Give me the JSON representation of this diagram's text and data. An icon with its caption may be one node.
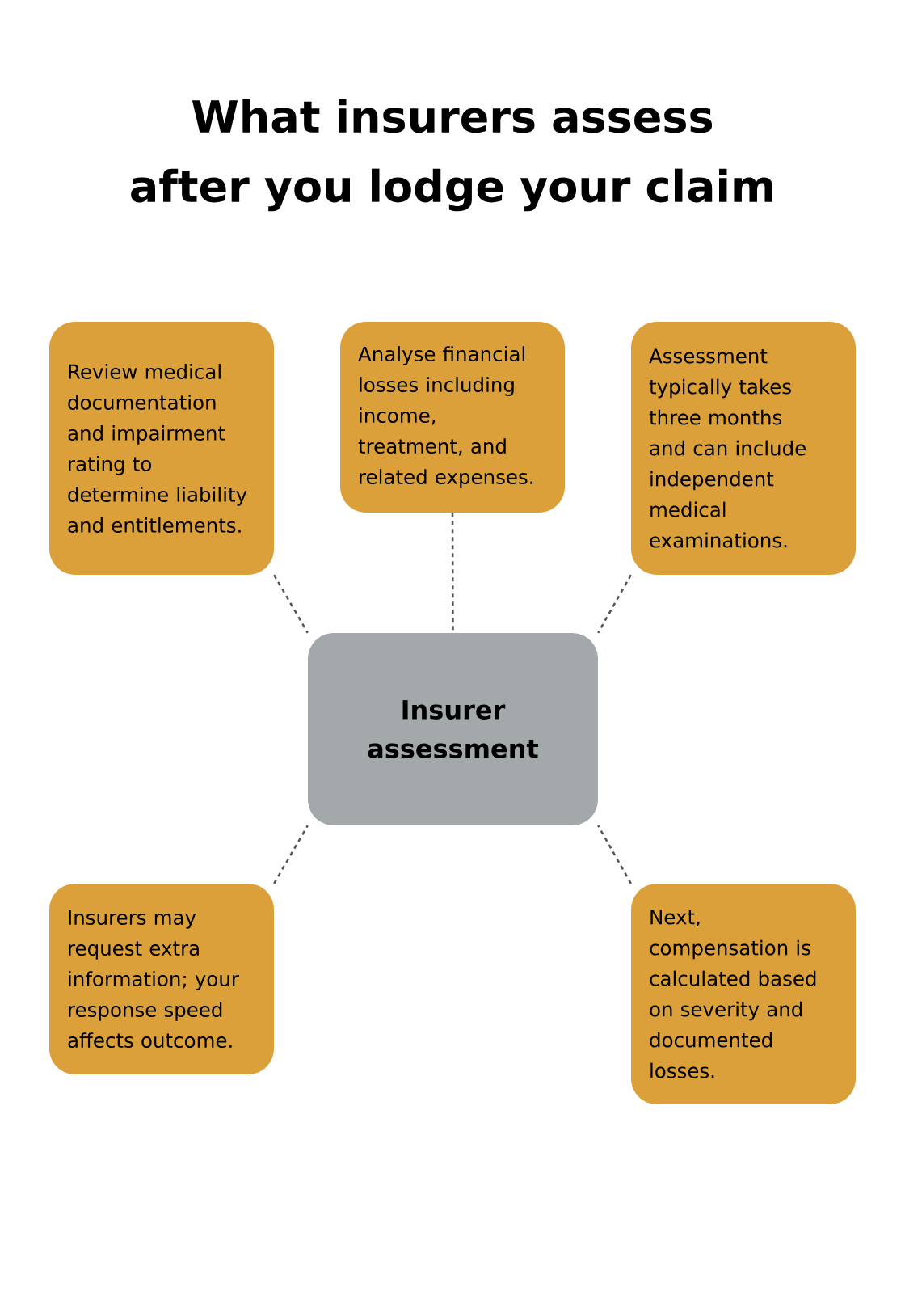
{
  "diagram": {
    "title": "What insurers assess after you lodge your claim",
    "nodes": [
      {
        "text": [
          "Review medical documentation and impairment rating to determine liability and entitlements."
        ]
      },
      {
        "text": [
          "Analyse financial losses including income, treatment, and related expenses."
        ]
      },
      {
        "text": [
          "Assessment typically takes three months and can include independent medical examinations."
        ]
      },
      {
        "text": [
          "Insurer assessment"
        ]
      },
      {
        "text": [
          "Insurers may request extra information; your response speed affects outcome."
        ]
      },
      {
        "text": [
          "Next, compensation is calculated based on severity and documented losses."
        ]
      }
    ],
    "edges": [
      {
        "from": 0,
        "to": 3,
        "arrow": "none",
        "style": "dashed"
      },
      {
        "from": 1,
        "to": 3,
        "arrow": "none",
        "style": "dashed"
      },
      {
        "from": 2,
        "to": 3,
        "arrow": "none",
        "style": "dashed"
      },
      {
        "from": 4,
        "to": 3,
        "arrow": "none",
        "style": "dashed"
      },
      {
        "from": 5,
        "to": 3,
        "arrow": "none",
        "style": "dashed"
      }
    ]
  }
}
